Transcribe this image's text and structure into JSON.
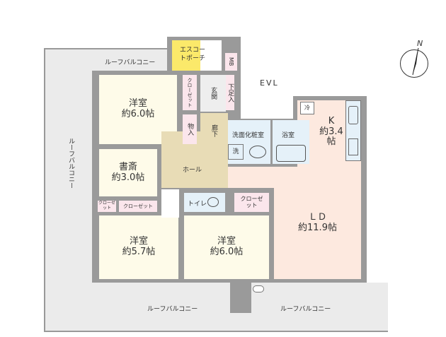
{
  "compass": {
    "label": "N"
  },
  "elevator": {
    "label": "EVL"
  },
  "balconies": {
    "top": "ルーフバルコニー",
    "left": "ルーフバルコニー",
    "bottom_left": "ルーフバルコニー",
    "bottom_right": "ルーフバルコニー"
  },
  "rooms": {
    "bedroom1": {
      "name": "洋室",
      "size": "約6.0帖"
    },
    "study": {
      "name": "書斎",
      "size": "約3.0帖"
    },
    "bedroom2": {
      "name": "洋室",
      "size": "約5.7帖"
    },
    "bedroom3": {
      "name": "洋室",
      "size": "約6.0帖"
    },
    "ld": {
      "name": "ＬＤ",
      "size": "約11.9帖"
    },
    "kitchen": {
      "name": "K",
      "size": "約3.4帖"
    },
    "hall": "ホール",
    "corridor": "廊下",
    "entrance": "玄関",
    "porch": "エスコートポーチ",
    "mb": "MB",
    "shoe": "下足入",
    "closet_top": "クローゼット",
    "storage": "物入",
    "washroom": "洗面化粧室",
    "wash_mark": "洗",
    "bathroom": "浴室",
    "toilet": "トイレ",
    "closet_mid": "クローゼット",
    "closet_small": "クローゼット",
    "closet_study": "クローゼット",
    "fridge": "冷"
  },
  "colors": {
    "wall": "#9a9a9a",
    "balcony": "#ebebeb",
    "room": "#fefbe9",
    "ld": "#fde9df",
    "closet": "#fbe6ec",
    "wet": "#e5f1f9",
    "hall": "#e8dcb6",
    "porch": "#fbe96a"
  }
}
